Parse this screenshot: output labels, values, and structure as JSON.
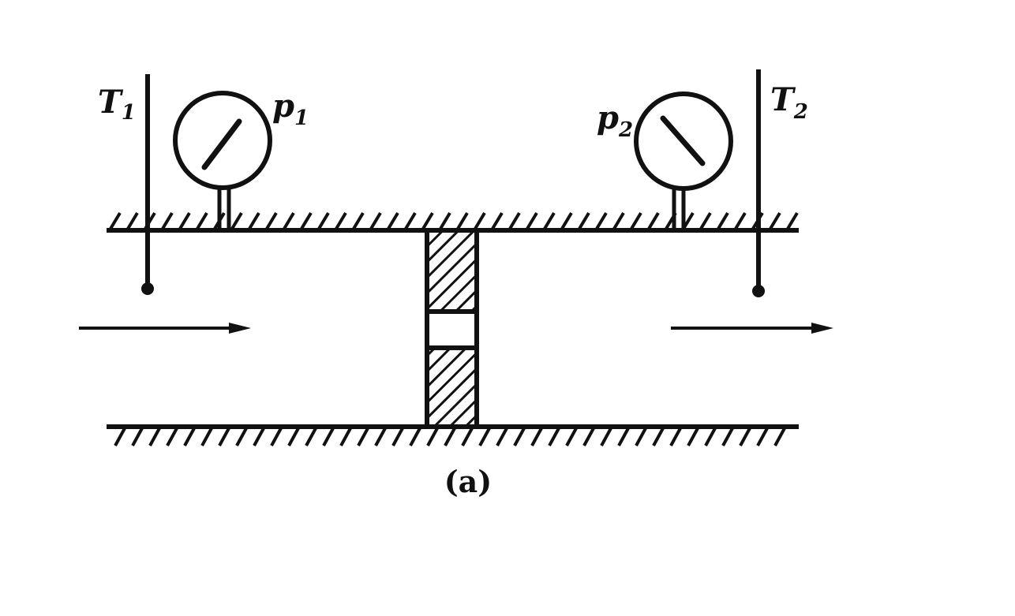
{
  "diagram": {
    "caption": "(a)",
    "labels": {
      "t1": "T",
      "t1_sub": "1",
      "p1": "p",
      "p1_sub": "1",
      "p2": "p",
      "p2_sub": "2",
      "t2": "T",
      "t2_sub": "2"
    },
    "colors": {
      "ink": "#111111",
      "background": "#ffffff"
    }
  }
}
